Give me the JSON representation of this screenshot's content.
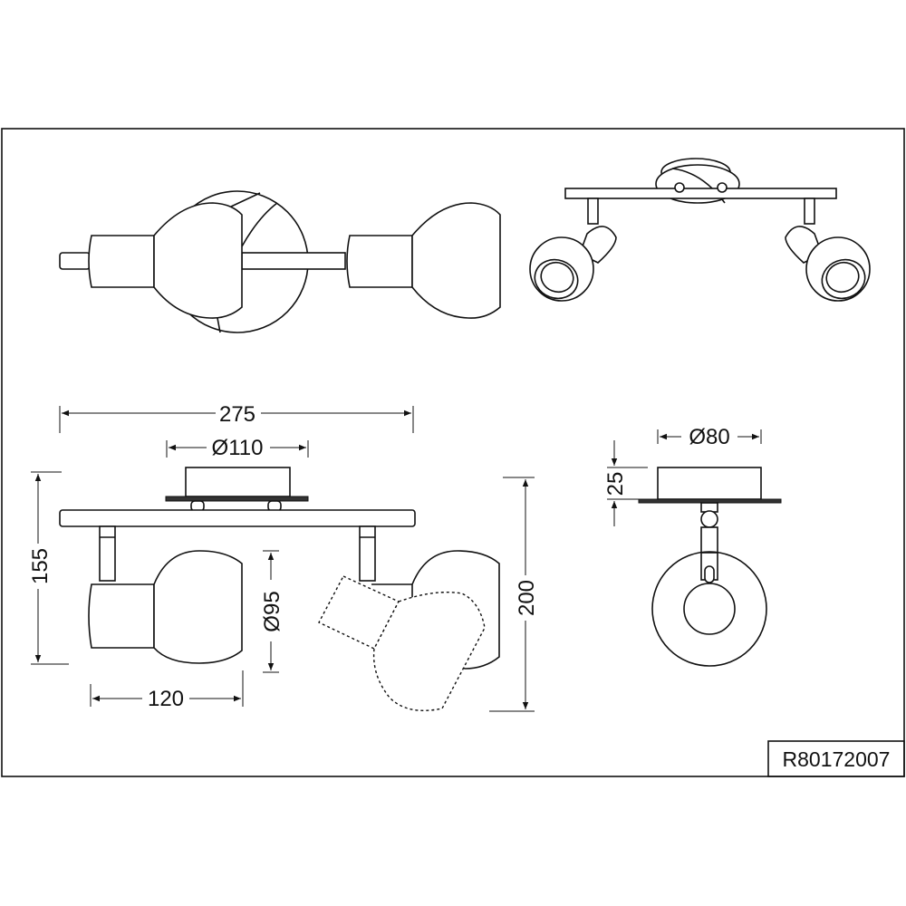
{
  "drawing": {
    "product_code": "R80172007",
    "dimensions": {
      "overall_length": "275",
      "canopy_diameter": "Ø110",
      "height_fixed": "155",
      "shade_diameter": "Ø95",
      "spot_length": "120",
      "height_max": "200",
      "side_canopy_diameter": "Ø80",
      "canopy_height": "25"
    }
  }
}
